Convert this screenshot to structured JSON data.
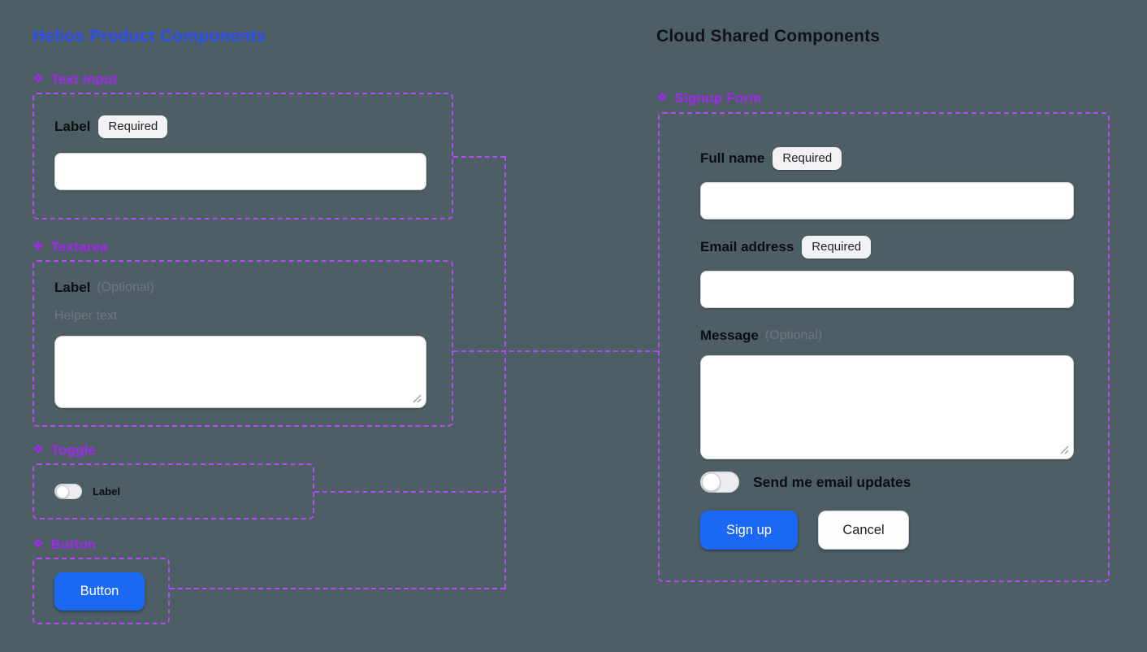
{
  "icons": {
    "component": "❖"
  },
  "colors": {
    "background": "#4D5F64",
    "connector_dash": "#B24BF3",
    "section_header_purple": "#A228F0",
    "left_title_blue": "#2E4DF0",
    "right_title_dark": "#101217",
    "primary_button_blue": "#1B69F2"
  },
  "left": {
    "title": "Helios Product Components",
    "text_input": {
      "header": "Text Input",
      "label": "Label",
      "badge": "Required",
      "value": ""
    },
    "textarea": {
      "header": "Textarea",
      "label": "Label",
      "optional": "(Optional)",
      "helper": "Helper text",
      "value": ""
    },
    "toggle": {
      "header": "Toggle",
      "label": "Label",
      "state": "off"
    },
    "button": {
      "header": "Button",
      "label": "Button"
    }
  },
  "right": {
    "title": "Cloud Shared Components",
    "form": {
      "header": "Signup Form",
      "full_name": {
        "label": "Full name",
        "badge": "Required",
        "value": ""
      },
      "email": {
        "label": "Email address",
        "badge": "Required",
        "value": ""
      },
      "message": {
        "label": "Message",
        "optional": "(Optional)",
        "value": ""
      },
      "toggle": {
        "label": "Send me email updates",
        "state": "off"
      },
      "submit": "Sign up",
      "cancel": "Cancel"
    }
  }
}
